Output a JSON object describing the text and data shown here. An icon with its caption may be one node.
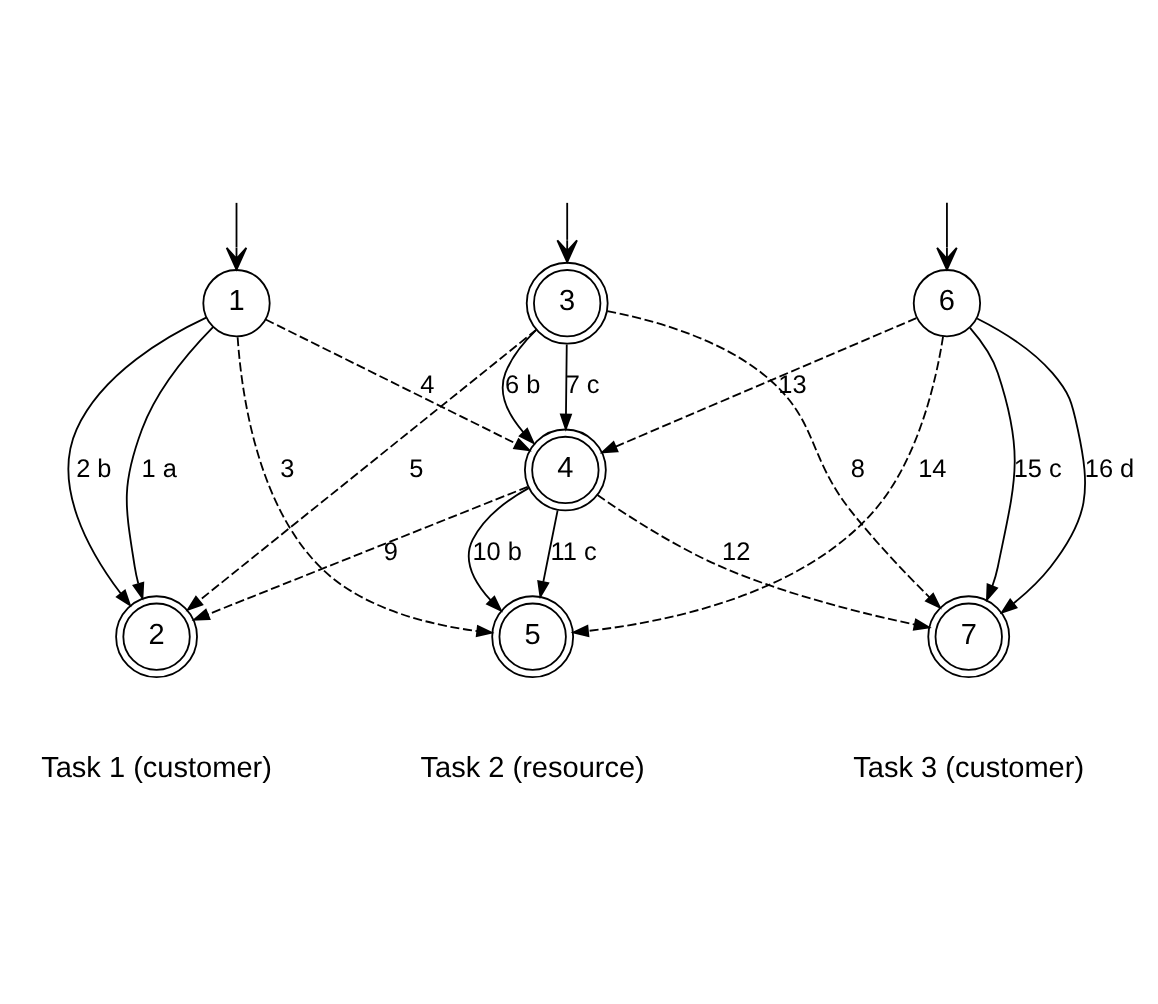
{
  "diagram": {
    "nodes": [
      {
        "text": [
          "1"
        ]
      },
      {
        "text": [
          "2"
        ],
        "beside": [
          "Task 1 (customer)"
        ]
      },
      {
        "text": [
          "3"
        ]
      },
      {
        "text": [
          "4"
        ]
      },
      {
        "text": [
          "5"
        ],
        "beside": [
          "Task 2 (resource)"
        ]
      },
      {
        "text": [
          "6"
        ]
      },
      {
        "text": [
          "7"
        ],
        "beside": [
          "Task 3 (customer)"
        ]
      }
    ],
    "edges": [
      {
        "from": null,
        "to": 0,
        "arrow": "to"
      },
      {
        "from": null,
        "to": 2,
        "arrow": "to"
      },
      {
        "from": null,
        "to": 5,
        "arrow": "to"
      },
      {
        "from": 0,
        "to": 1,
        "arrow": "to",
        "label": "1 a"
      },
      {
        "from": 0,
        "to": 1,
        "arrow": "to",
        "label": "2 b"
      },
      {
        "from": 0,
        "to": 4,
        "arrow": "to",
        "style": "dashed",
        "label": "3"
      },
      {
        "from": 0,
        "to": 3,
        "arrow": "to",
        "style": "dashed",
        "label": "4"
      },
      {
        "from": 2,
        "to": 1,
        "arrow": "to",
        "style": "dashed",
        "label": "5"
      },
      {
        "from": 2,
        "to": 3,
        "arrow": "to",
        "label": "6 b"
      },
      {
        "from": 2,
        "to": 3,
        "arrow": "to",
        "label": "7 c"
      },
      {
        "from": 2,
        "to": 6,
        "arrow": "to",
        "style": "dashed",
        "label": "8"
      },
      {
        "from": 3,
        "to": 1,
        "arrow": "to",
        "style": "dashed",
        "label": "9"
      },
      {
        "from": 3,
        "to": 4,
        "arrow": "to",
        "label": "10 b"
      },
      {
        "from": 3,
        "to": 4,
        "arrow": "to",
        "label": "11 c"
      },
      {
        "from": 3,
        "to": 6,
        "arrow": "to",
        "style": "dashed",
        "label": "12"
      },
      {
        "from": 5,
        "to": 3,
        "arrow": "to",
        "style": "dashed",
        "label": "13"
      },
      {
        "from": 5,
        "to": 4,
        "arrow": "to",
        "style": "dashed",
        "label": "14"
      },
      {
        "from": 5,
        "to": 6,
        "arrow": "to",
        "label": "15 c"
      },
      {
        "from": 5,
        "to": 6,
        "arrow": "to",
        "label": "16 d"
      }
    ]
  }
}
